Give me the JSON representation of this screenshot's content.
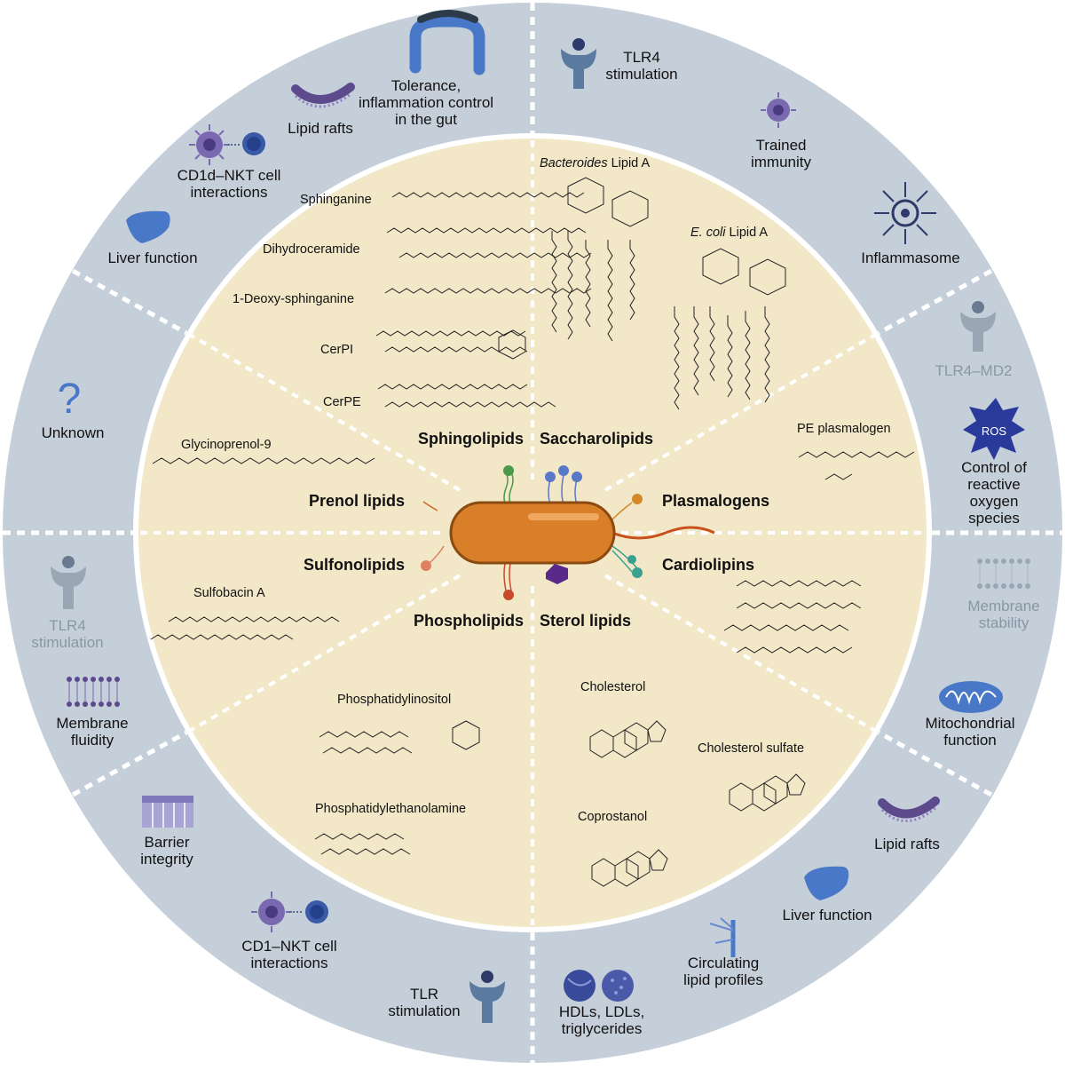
{
  "classes": {
    "sphingolipids": "Sphingolipids",
    "saccharolipids": "Saccharolipids",
    "prenol": "Prenol lipids",
    "plasmalogens": "Plasmalogens",
    "sulfonolipids": "Sulfonolipids",
    "cardiolipins": "Cardiolipins",
    "phospholipids": "Phospholipids",
    "sterol": "Sterol lipids"
  },
  "molecules": {
    "sphinganine": "Sphinganine",
    "dihydroceramide": "Dihydroceramide",
    "deoxy_sphinganine": "1-Deoxy-sphinganine",
    "cerpi": "CerPI",
    "cerpe": "CerPE",
    "bacteroides_lipid_a_italic": "Bacteroides",
    "bacteroides_lipid_a_rest": " Lipid A",
    "ecoli_lipid_a_italic": "E. coli",
    "ecoli_lipid_a_rest": " Lipid A",
    "glycinoprenol": "Glycinoprenol-9",
    "pe_plasmalogen": "PE plasmalogen",
    "sulfobacin": "Sulfobacin A",
    "phosphatidylinositol": "Phosphatidylinositol",
    "phosphatidylethanolamine": "Phosphatidylethanolamine",
    "cholesterol": "Cholesterol",
    "cholesterol_sulfate": "Cholesterol sulfate",
    "coprostanol": "Coprostanol"
  },
  "functions": {
    "tolerance": [
      "Tolerance,",
      "inflammation control",
      "in the gut"
    ],
    "lipid_rafts_top": [
      "Lipid rafts"
    ],
    "cd1d_nkt": [
      "CD1d–NKT cell",
      "interactions"
    ],
    "liver_top": [
      "Liver function"
    ],
    "tlr4_top": [
      "TLR4",
      "stimulation"
    ],
    "trained_immunity": [
      "Trained",
      "immunity"
    ],
    "inflammasome": [
      "Inflammasome"
    ],
    "tlr4_md2": [
      "TLR4–MD2"
    ],
    "ros_badge": "ROS",
    "ros_control": [
      "Control of",
      "reactive",
      "oxygen",
      "species"
    ],
    "unknown_mark": "?",
    "unknown": [
      "Unknown"
    ],
    "tlr4_left": [
      "TLR4",
      "stimulation"
    ],
    "membrane_fluidity": [
      "Membrane",
      "fluidity"
    ],
    "barrier": [
      "Barrier",
      "integrity"
    ],
    "cd1_nkt": [
      "CD1–NKT cell",
      "interactions"
    ],
    "tlr_stim": [
      "TLR",
      "stimulation"
    ],
    "membrane_stability": [
      "Membrane",
      "stability"
    ],
    "mitochondrial": [
      "Mitochondrial",
      "function"
    ],
    "lipid_rafts_bottom": [
      "Lipid rafts"
    ],
    "liver_bottom": [
      "Liver function"
    ],
    "circulating": [
      "Circulating",
      "lipid profiles"
    ],
    "hdl": [
      "HDLs, LDLs,",
      "triglycerides"
    ]
  },
  "colors": {
    "outer_ring": "#c5cfda",
    "inner_disk": "#f2e8c8",
    "bacterium": "#d97f2a",
    "icon_blue": "#4a78c8",
    "icon_purple": "#5c4a8c",
    "faded_icon": "#8a96a3"
  }
}
